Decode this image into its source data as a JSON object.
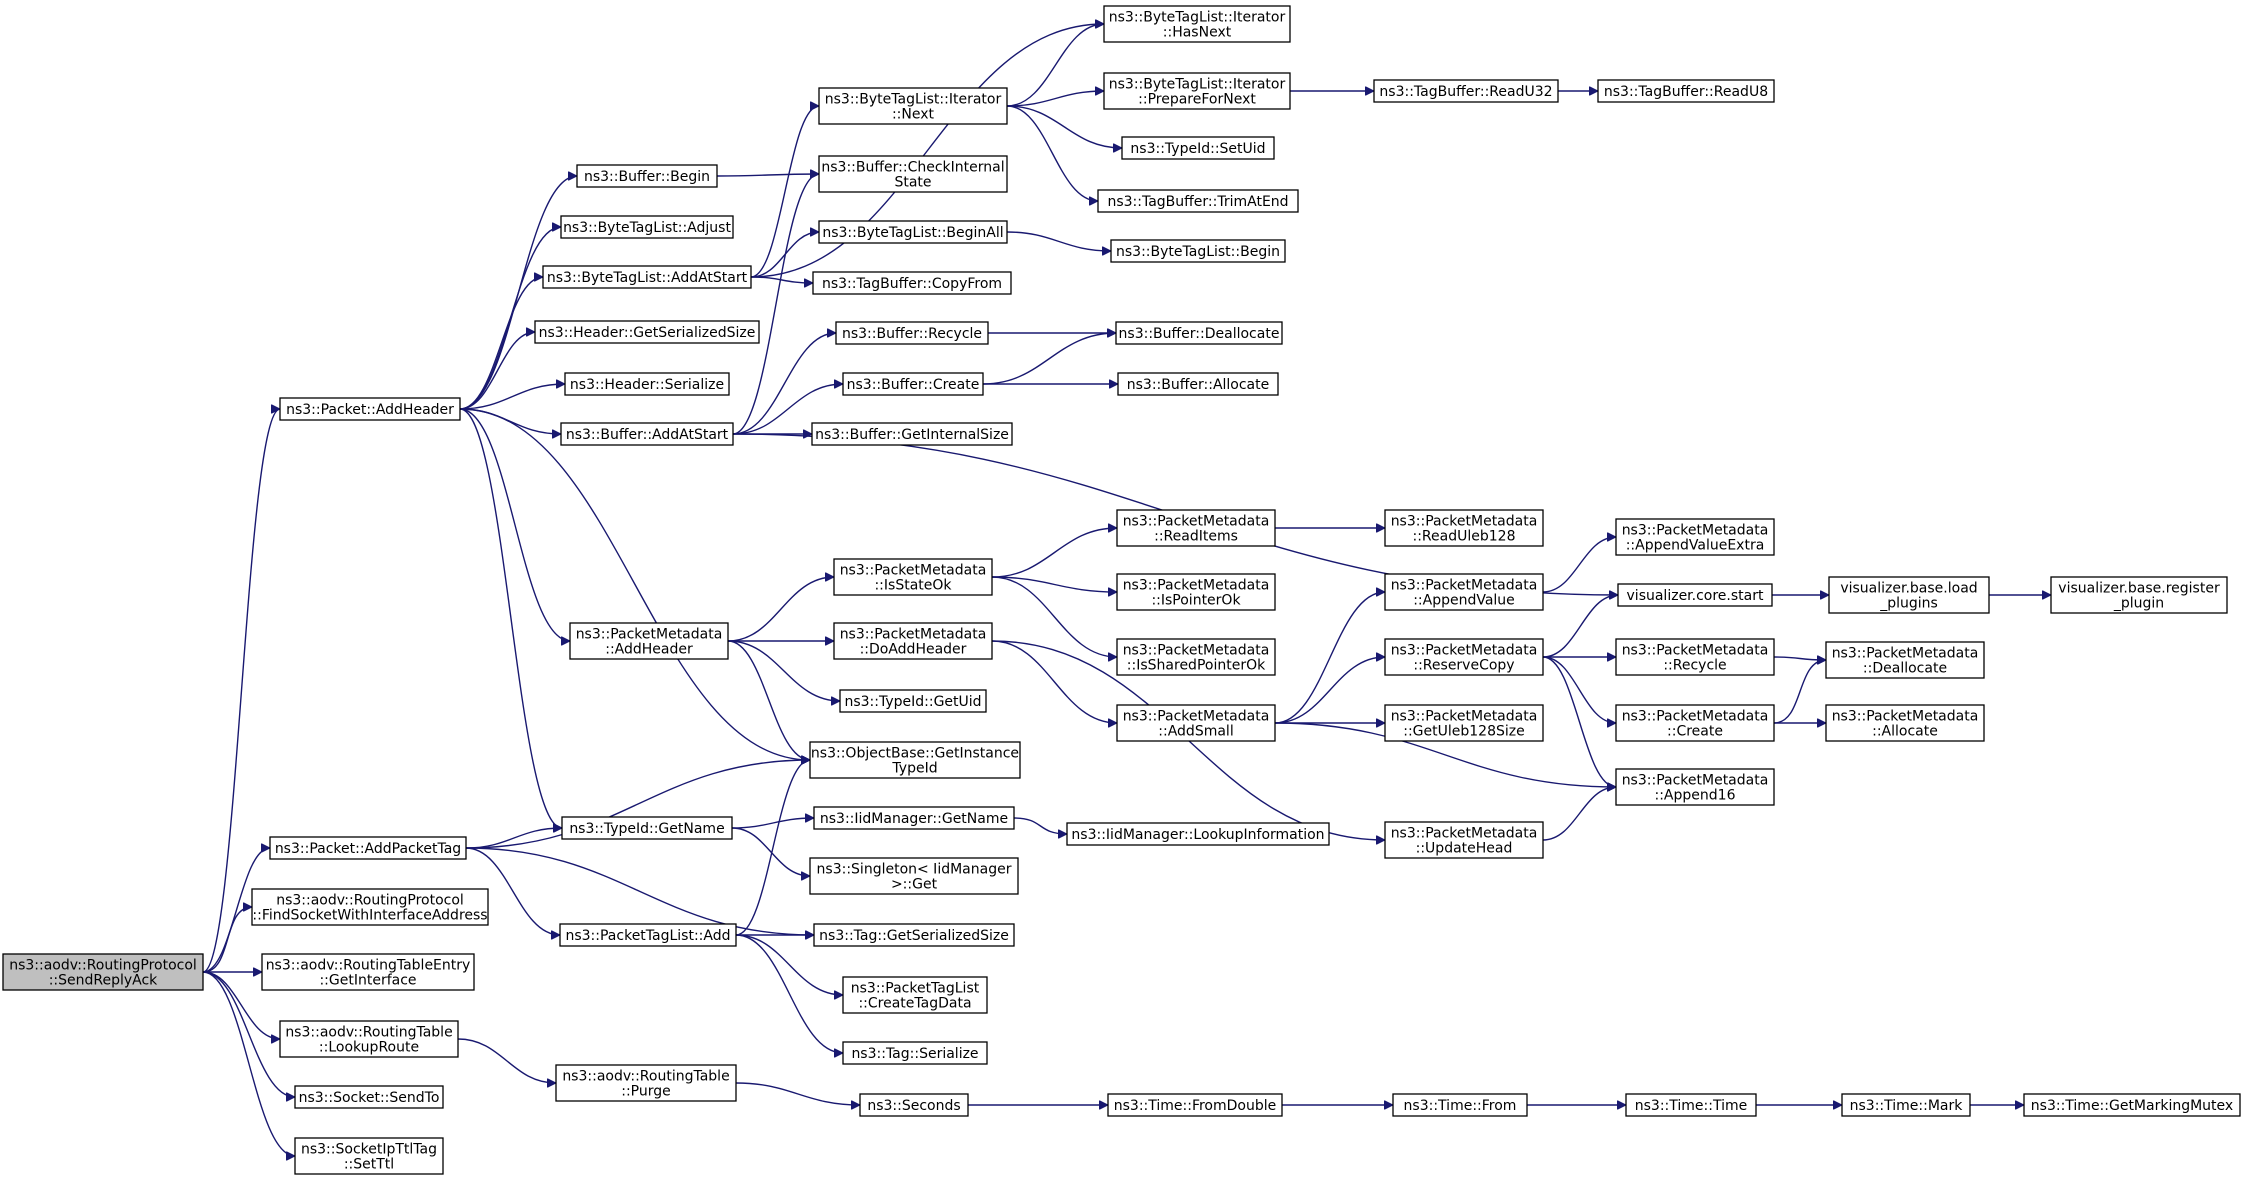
{
  "colors": {
    "edge": "#191970",
    "root_fill": "#bfbfbf",
    "node_fill": "#ffffff",
    "border": "#000000"
  },
  "nodes": [
    {
      "id": "sendReplyAck",
      "lines": [
        "ns3::aodv::RoutingProtocol",
        "::SendReplyAck"
      ],
      "root": true
    },
    {
      "id": "packetAddHeader",
      "lines": [
        "ns3::Packet::AddHeader"
      ]
    },
    {
      "id": "packetAddPacketTag",
      "lines": [
        "ns3::Packet::AddPacketTag"
      ]
    },
    {
      "id": "findSocket",
      "lines": [
        "ns3::aodv::RoutingProtocol",
        "::FindSocketWithInterfaceAddress"
      ]
    },
    {
      "id": "rteGetInterface",
      "lines": [
        "ns3::aodv::RoutingTableEntry",
        "::GetInterface"
      ]
    },
    {
      "id": "rtLookupRoute",
      "lines": [
        "ns3::aodv::RoutingTable",
        "::LookupRoute"
      ]
    },
    {
      "id": "socketSendTo",
      "lines": [
        "ns3::Socket::SendTo"
      ]
    },
    {
      "id": "socketIpTtlTagSetTtl",
      "lines": [
        "ns3::SocketIpTtlTag",
        "::SetTtl"
      ]
    },
    {
      "id": "bufferBegin",
      "lines": [
        "ns3::Buffer::Begin"
      ]
    },
    {
      "id": "btlAdjust",
      "lines": [
        "ns3::ByteTagList::Adjust"
      ]
    },
    {
      "id": "btlAddAtStart",
      "lines": [
        "ns3::ByteTagList::AddAtStart"
      ]
    },
    {
      "id": "headerGetSerializedSize",
      "lines": [
        "ns3::Header::GetSerializedSize"
      ]
    },
    {
      "id": "headerSerialize",
      "lines": [
        "ns3::Header::Serialize"
      ]
    },
    {
      "id": "bufferAddAtStart",
      "lines": [
        "ns3::Buffer::AddAtStart"
      ]
    },
    {
      "id": "pmAddHeader",
      "lines": [
        "ns3::PacketMetadata",
        "::AddHeader"
      ]
    },
    {
      "id": "typeIdGetName",
      "lines": [
        "ns3::TypeId::GetName"
      ]
    },
    {
      "id": "ptlAdd",
      "lines": [
        "ns3::PacketTagList::Add"
      ]
    },
    {
      "id": "rtPurge",
      "lines": [
        "ns3::aodv::RoutingTable",
        "::Purge"
      ]
    },
    {
      "id": "btliNext",
      "lines": [
        "ns3::ByteTagList::Iterator",
        "::Next"
      ]
    },
    {
      "id": "bufferCheckInternalState",
      "lines": [
        "ns3::Buffer::CheckInternal",
        "State"
      ]
    },
    {
      "id": "btlBeginAll",
      "lines": [
        "ns3::ByteTagList::BeginAll"
      ]
    },
    {
      "id": "tbCopyFrom",
      "lines": [
        "ns3::TagBuffer::CopyFrom"
      ]
    },
    {
      "id": "bufferRecycle",
      "lines": [
        "ns3::Buffer::Recycle"
      ]
    },
    {
      "id": "bufferCreate",
      "lines": [
        "ns3::Buffer::Create"
      ]
    },
    {
      "id": "bufferGetInternalSize",
      "lines": [
        "ns3::Buffer::GetInternalSize"
      ]
    },
    {
      "id": "pmIsStateOk",
      "lines": [
        "ns3::PacketMetadata",
        "::IsStateOk"
      ]
    },
    {
      "id": "pmDoAddHeader",
      "lines": [
        "ns3::PacketMetadata",
        "::DoAddHeader"
      ]
    },
    {
      "id": "typeIdGetUid",
      "lines": [
        "ns3::TypeId::GetUid"
      ]
    },
    {
      "id": "objectBaseGetInstanceTypeId",
      "lines": [
        "ns3::ObjectBase::GetInstance",
        "TypeId"
      ]
    },
    {
      "id": "iidManagerGetName",
      "lines": [
        "ns3::IidManager::GetName"
      ]
    },
    {
      "id": "singletonGet",
      "lines": [
        "ns3::Singleton< IidManager",
        ">::Get"
      ]
    },
    {
      "id": "tagGetSerializedSize",
      "lines": [
        "ns3::Tag::GetSerializedSize"
      ]
    },
    {
      "id": "ptlCreateTagData",
      "lines": [
        "ns3::PacketTagList",
        "::CreateTagData"
      ]
    },
    {
      "id": "tagSerialize",
      "lines": [
        "ns3::Tag::Serialize"
      ]
    },
    {
      "id": "seconds",
      "lines": [
        "ns3::Seconds"
      ]
    },
    {
      "id": "btliHasNext",
      "lines": [
        "ns3::ByteTagList::Iterator",
        "::HasNext"
      ]
    },
    {
      "id": "btliPrepareForNext",
      "lines": [
        "ns3::ByteTagList::Iterator",
        "::PrepareForNext"
      ]
    },
    {
      "id": "typeIdSetUid",
      "lines": [
        "ns3::TypeId::SetUid"
      ]
    },
    {
      "id": "tbTrimAtEnd",
      "lines": [
        "ns3::TagBuffer::TrimAtEnd"
      ]
    },
    {
      "id": "btlBegin",
      "lines": [
        "ns3::ByteTagList::Begin"
      ]
    },
    {
      "id": "bufferDeallocate",
      "lines": [
        "ns3::Buffer::Deallocate"
      ]
    },
    {
      "id": "bufferAllocate",
      "lines": [
        "ns3::Buffer::Allocate"
      ]
    },
    {
      "id": "pmReadItems",
      "lines": [
        "ns3::PacketMetadata",
        "::ReadItems"
      ]
    },
    {
      "id": "pmIsPointerOk",
      "lines": [
        "ns3::PacketMetadata",
        "::IsPointerOk"
      ]
    },
    {
      "id": "pmIsSharedPointerOk",
      "lines": [
        "ns3::PacketMetadata",
        "::IsSharedPointerOk"
      ]
    },
    {
      "id": "pmAddSmall",
      "lines": [
        "ns3::PacketMetadata",
        "::AddSmall"
      ]
    },
    {
      "id": "iidManagerLookupInformation",
      "lines": [
        "ns3::IidManager::LookupInformation"
      ]
    },
    {
      "id": "timeFromDouble",
      "lines": [
        "ns3::Time::FromDouble"
      ]
    },
    {
      "id": "tbReadU32",
      "lines": [
        "ns3::TagBuffer::ReadU32"
      ]
    },
    {
      "id": "pmReadUleb128",
      "lines": [
        "ns3::PacketMetadata",
        "::ReadUleb128"
      ]
    },
    {
      "id": "pmAppendValue",
      "lines": [
        "ns3::PacketMetadata",
        "::AppendValue"
      ]
    },
    {
      "id": "pmReserveCopy",
      "lines": [
        "ns3::PacketMetadata",
        "::ReserveCopy"
      ]
    },
    {
      "id": "pmGetUleb128Size",
      "lines": [
        "ns3::PacketMetadata",
        "::GetUleb128Size"
      ]
    },
    {
      "id": "pmUpdateHead",
      "lines": [
        "ns3::PacketMetadata",
        "::UpdateHead"
      ]
    },
    {
      "id": "timeFrom",
      "lines": [
        "ns3::Time::From"
      ]
    },
    {
      "id": "tbReadU8",
      "lines": [
        "ns3::TagBuffer::ReadU8"
      ]
    },
    {
      "id": "pmAppendValueExtra",
      "lines": [
        "ns3::PacketMetadata",
        "::AppendValueExtra"
      ]
    },
    {
      "id": "vizCoreStart",
      "lines": [
        "visualizer.core.start"
      ]
    },
    {
      "id": "pmRecycle",
      "lines": [
        "ns3::PacketMetadata",
        "::Recycle"
      ]
    },
    {
      "id": "pmCreate",
      "lines": [
        "ns3::PacketMetadata",
        "::Create"
      ]
    },
    {
      "id": "pmAppend16",
      "lines": [
        "ns3::PacketMetadata",
        "::Append16"
      ]
    },
    {
      "id": "timeTime",
      "lines": [
        "ns3::Time::Time"
      ]
    },
    {
      "id": "vizBaseLoadPlugins",
      "lines": [
        "visualizer.base.load",
        "_plugins"
      ]
    },
    {
      "id": "pmDeallocate",
      "lines": [
        "ns3::PacketMetadata",
        "::Deallocate"
      ]
    },
    {
      "id": "pmAllocate",
      "lines": [
        "ns3::PacketMetadata",
        "::Allocate"
      ]
    },
    {
      "id": "timeMark",
      "lines": [
        "ns3::Time::Mark"
      ]
    },
    {
      "id": "vizBaseRegisterPlugin",
      "lines": [
        "visualizer.base.register",
        "_plugin"
      ]
    },
    {
      "id": "timeGetMarkingMutex",
      "lines": [
        "ns3::Time::GetMarkingMutex"
      ]
    }
  ]
}
